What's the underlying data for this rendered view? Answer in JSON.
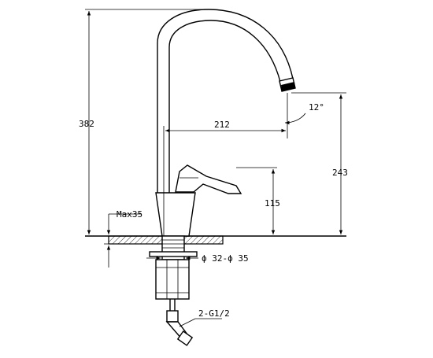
{
  "dimensions": {
    "total_height": "382",
    "spout_reach": "212",
    "spout_height": "243",
    "handle_height": "115",
    "max_counter_thickness": "Max35",
    "hole_diameter": "ϕ 32-ϕ 35",
    "swivel_angle": "12°",
    "hose_connection": "2-G1/2"
  },
  "colors": {
    "line": "#000000",
    "background": "#ffffff"
  }
}
